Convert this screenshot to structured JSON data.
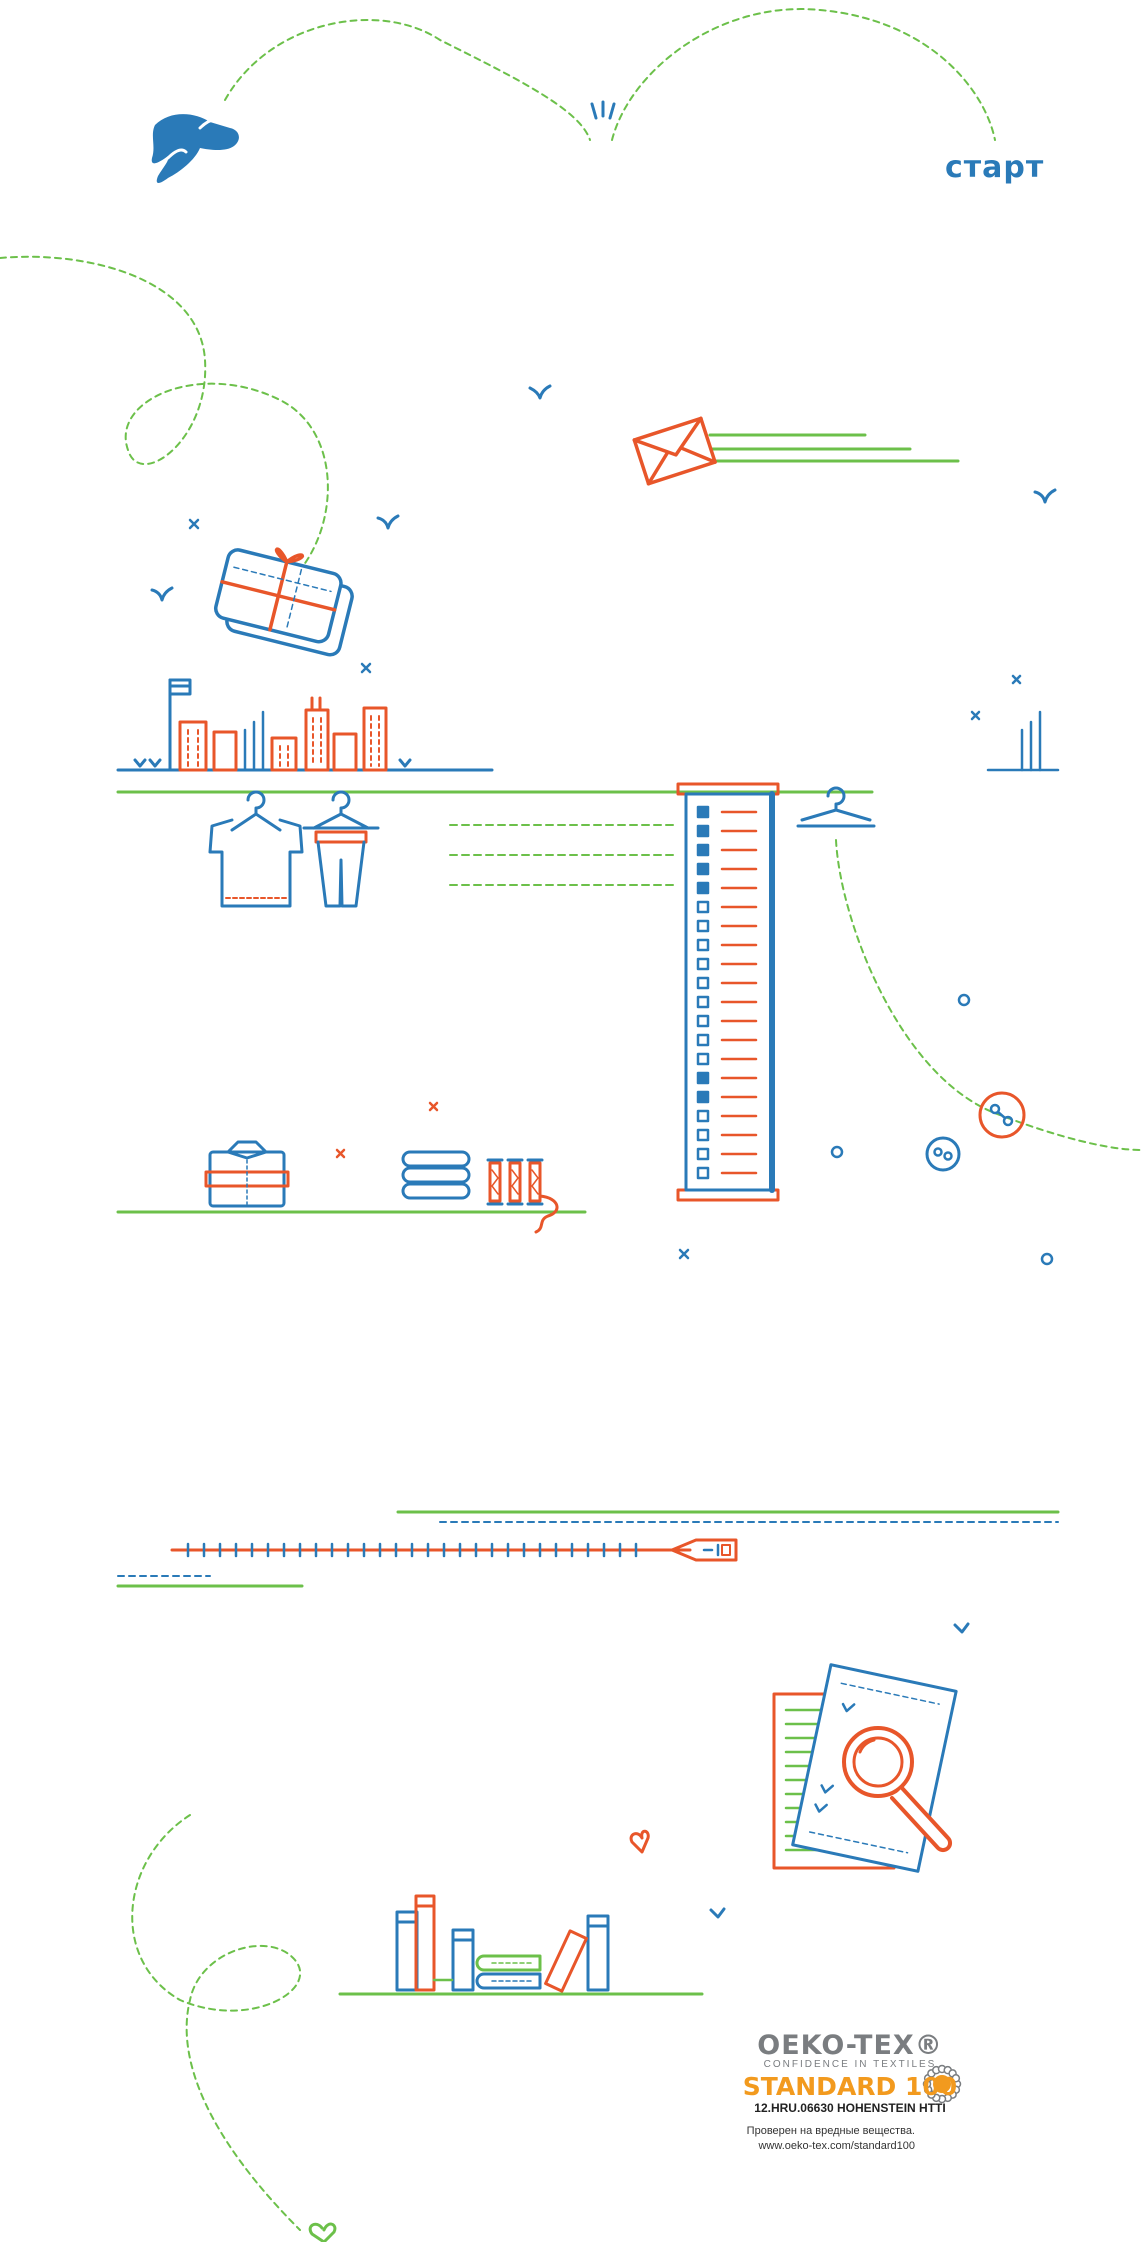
{
  "brand": {
    "name": "старт"
  },
  "certificate": {
    "title": "OEKO-TEX®",
    "tagline": "CONFIDENCE IN TEXTILES",
    "standard": "STANDARD 100",
    "number": "12.HRU.06630 HOHENSTEIN HTTI",
    "note": "Проверен на вредные вещества.",
    "site": "www.oeko-tex.com/standard100"
  },
  "icons": [
    "rabbit-logo-icon",
    "envelope-icon",
    "gift-icon",
    "city-icon",
    "tshirt-icon",
    "trousers-icon",
    "hanger-icon",
    "measuring-tape-icon",
    "button-icon",
    "folded-shirt-icon",
    "towels-icon",
    "thread-spools-icon",
    "zipper-icon",
    "documents-magnifier-icon",
    "books-icon",
    "heart-icon",
    "bird-icon"
  ],
  "colors": {
    "blue": "#2a7ab8",
    "orange": "#e8562a",
    "green": "#6cc04a",
    "gray": "#7a7d80",
    "gold": "#f29a1e"
  }
}
